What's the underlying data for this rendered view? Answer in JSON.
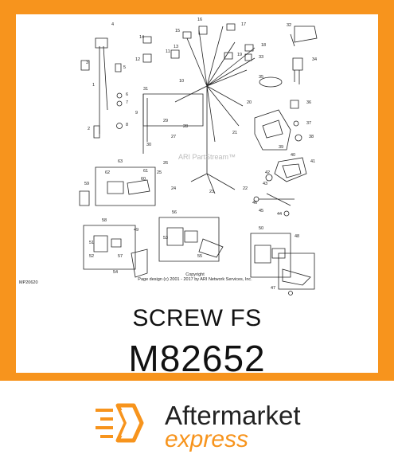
{
  "part": {
    "name": "SCREW FS",
    "number": "M82652"
  },
  "diagram": {
    "code": "MP20620",
    "watermark": "ARI PartStream™",
    "copyright_line1": "Copyright",
    "copyright_line2": "Page design (c) 2001 - 2017 by ARI Network Services, Inc.",
    "callouts": [
      "1",
      "2",
      "3",
      "4",
      "5",
      "6",
      "7",
      "8",
      "9",
      "10",
      "11",
      "12",
      "13",
      "14",
      "15",
      "16",
      "17",
      "18",
      "19",
      "20",
      "21",
      "22",
      "23",
      "24",
      "25",
      "26",
      "27",
      "28",
      "29",
      "30",
      "31",
      "32",
      "33",
      "34",
      "35",
      "36",
      "37",
      "38",
      "39",
      "40",
      "41",
      "42",
      "43",
      "44",
      "45",
      "46",
      "47",
      "48",
      "49",
      "50",
      "51",
      "52",
      "53",
      "54",
      "55",
      "56",
      "57",
      "58",
      "59",
      "60",
      "61",
      "62",
      "63"
    ]
  },
  "brand": {
    "line1": "Aftermarket",
    "line2": "express",
    "color": "#f7941d"
  }
}
